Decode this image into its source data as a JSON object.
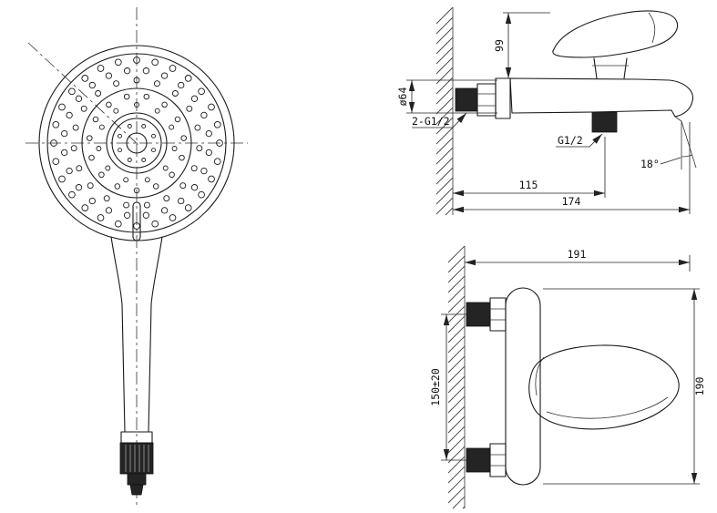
{
  "drawing": {
    "side_view": {
      "dim_height": "99",
      "dim_diameter": "ø64",
      "thread_label_wall": "2-G1/2",
      "thread_label_shower": "G1/2",
      "spout_angle": "18°",
      "dim_outlet_offset": "115",
      "dim_total_reach": "174"
    },
    "front_view": {
      "dim_width": "191",
      "dim_height": "190",
      "dim_centers": "150±20"
    },
    "colors": {
      "line": "#1a1a1a",
      "dim": "#222222",
      "background": "#ffffff"
    }
  }
}
